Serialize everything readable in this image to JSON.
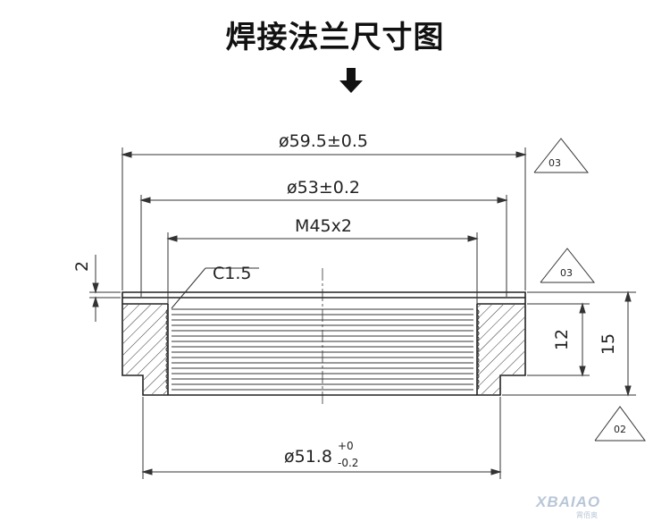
{
  "title": "焊接法兰尺寸图",
  "dimensions": {
    "outer_diameter": "ø59.5±0.5",
    "mid_diameter": "ø53±0.2",
    "thread": "M45x2",
    "chamfer": "C1.5",
    "step_height": "2",
    "thread_length": "12",
    "total_height": "15",
    "bottom_diameter_main": "ø51.8",
    "bottom_tol_upper": "+0",
    "bottom_tol_lower": "-0.2"
  },
  "surface_marks": [
    "03",
    "03",
    "02"
  ],
  "logo": {
    "name": "XBAIAO",
    "sub": "霄佰奥"
  }
}
